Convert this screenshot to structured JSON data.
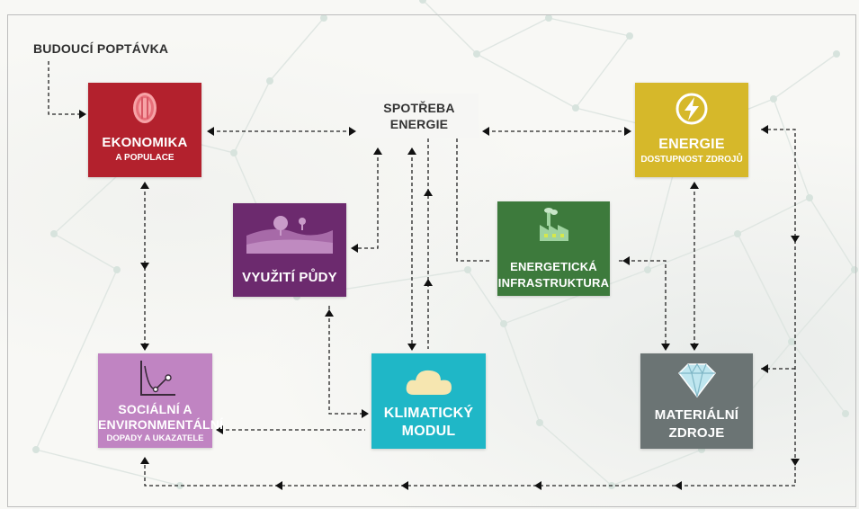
{
  "heading": "BUDOUCÍ POPTÁVKA",
  "nodes": {
    "ekonomika": {
      "title": "EKONOMIKA",
      "subtitle": "A POPULACE",
      "color": "#b3212d"
    },
    "spotreba": {
      "line1": "SPOTŘEBA",
      "line2": "ENERGIE",
      "color": "#f6f6f4"
    },
    "energie": {
      "title": "ENERGIE",
      "subtitle": "DOSTUPNOST ZDROJŮ",
      "color": "#d6b82a"
    },
    "vyuziti": {
      "title": "VYUŽITÍ PŮDY",
      "color": "#6c2a6e"
    },
    "infra": {
      "line1": "ENERGETICKÁ",
      "line2": "INFRASTRUKTURA",
      "color": "#3d7a3c"
    },
    "socialni": {
      "line1": "SOCIÁLNÍ A",
      "line2": "ENVIRONMENTÁLNÍ",
      "subtitle": "DOPADY A UKAZATELE",
      "color": "#c084c2"
    },
    "klimaticky": {
      "line1": "KLIMATICKÝ",
      "line2": "MODUL",
      "color": "#1fb7c7"
    },
    "materialni": {
      "line1": "MATERIÁLNÍ",
      "line2": "ZDROJE",
      "color": "#6b7474"
    }
  },
  "icons": {
    "ekonomika": "coin-icon",
    "energie": "lightning-icon",
    "vyuziti": "landscape-icon",
    "infra": "factory-icon",
    "socialni": "chart-icon",
    "klimaticky": "cloud-icon",
    "materialni": "diamond-icon"
  }
}
